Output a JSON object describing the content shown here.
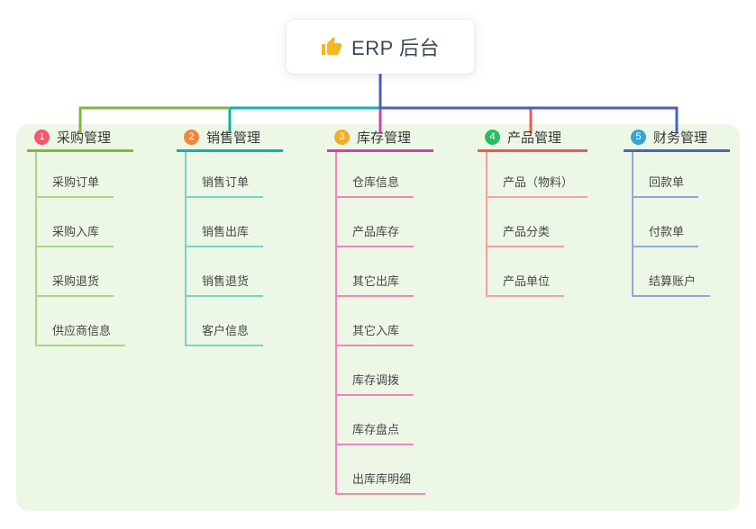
{
  "root": {
    "label": "ERP 后台",
    "icon": "thumbs-up",
    "icon_color": "#f5b822",
    "connector_color": "#4a5cc5"
  },
  "panel": {
    "background": "#edf7e6"
  },
  "branches": [
    {
      "number": "1",
      "title": "采购管理",
      "badge_color": "#f4576b",
      "line_color": "#7cb93d",
      "light_line_color": "#abd687",
      "children": [
        "采购订单",
        "采购入库",
        "采购退货",
        "供应商信息"
      ]
    },
    {
      "number": "2",
      "title": "销售管理",
      "badge_color": "#f0863c",
      "line_color": "#0ab5a7",
      "light_line_color": "#72d6c9",
      "children": [
        "销售订单",
        "销售出库",
        "销售退货",
        "客户信息"
      ]
    },
    {
      "number": "3",
      "title": "库存管理",
      "badge_color": "#f6ab25",
      "line_color": "#d8409c",
      "light_line_color": "#ef85c0",
      "children": [
        "仓库信息",
        "产品库存",
        "其它出库",
        "其它入库",
        "库存调拨",
        "库存盘点",
        "出库库明细"
      ]
    },
    {
      "number": "4",
      "title": "产品管理",
      "badge_color": "#2dbc64",
      "line_color": "#f4574d",
      "light_line_color": "#f9a09a",
      "children": [
        "产品（物料）",
        "产品分类",
        "产品单位"
      ]
    },
    {
      "number": "5",
      "title": "财务管理",
      "badge_color": "#32a4d9",
      "line_color": "#4663c4",
      "light_line_color": "#92a6dd",
      "children": [
        "回款单",
        "付款单",
        "结算账户"
      ]
    }
  ]
}
